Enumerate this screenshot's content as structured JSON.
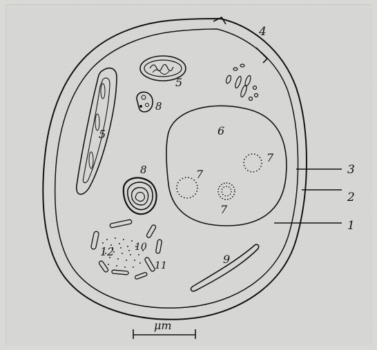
{
  "diagram": {
    "labels": {
      "n1": "1",
      "n2": "2",
      "n3": "3",
      "n4": "4",
      "n5a": "5",
      "n5b": "5",
      "n6": "6",
      "n7a": "7",
      "n7b": "7",
      "n7c": "7",
      "n8a": "8",
      "n8b": "8",
      "n9": "9",
      "n10": "10",
      "n11": "11",
      "n12": "12"
    },
    "scale_bar_label": "μm"
  },
  "colors": {
    "ink": "#111111",
    "paper": "#d6d6d4",
    "frame": "#d9d9d6"
  }
}
